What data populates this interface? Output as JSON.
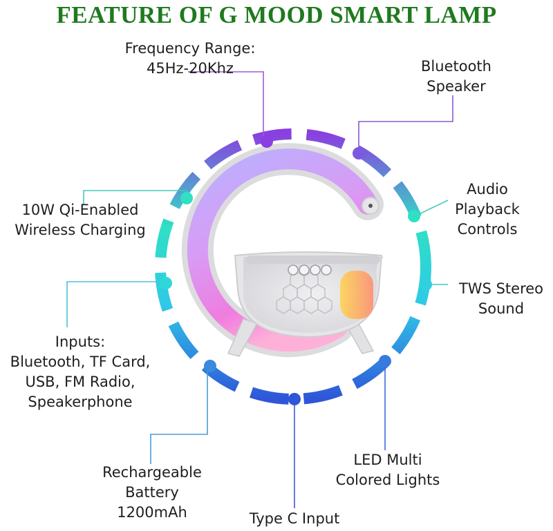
{
  "title": "FEATURE OF G MOOD SMART LAMP",
  "colors": {
    "title": "#1e7a1e",
    "lamp_body": "#e4e4e6",
    "ring_purple": "#8a3fe0",
    "ring_teal": "#2fe0c4",
    "ring_blue": "#2f55d8"
  },
  "features": {
    "frequency": [
      "Frequency Range:",
      "45Hz-20Khz"
    ],
    "bluetooth_speaker": [
      "Bluetooth",
      "Speaker"
    ],
    "wireless_charging": [
      "10W Qi-Enabled",
      "Wireless Charging"
    ],
    "audio_controls": [
      "Audio",
      "Playback",
      "Controls"
    ],
    "tws": [
      "TWS Stereo",
      "Sound"
    ],
    "inputs": [
      "Inputs:",
      "Bluetooth, TF Card,",
      "USB, FM Radio,",
      "Speakerphone"
    ],
    "battery": [
      "Rechargeable",
      "Battery",
      "1200mAh"
    ],
    "led": [
      "LED Multi",
      "Colored Lights"
    ],
    "type_c": [
      "Type C Input"
    ]
  }
}
